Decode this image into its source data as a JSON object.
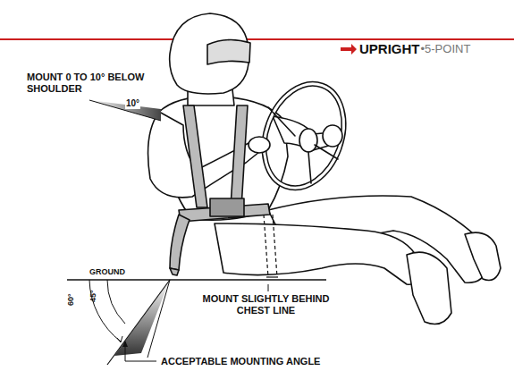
{
  "diagram": {
    "title": "UPRIGHT",
    "labels": [
      "•5-POINT",
      "MOUNT 0 TO 10° BELOW SHOULDER",
      "10°",
      "GROUND",
      "60°",
      "45°",
      "MOUNT SLIGHTLY BEHIND CHEST LINE",
      "ACCEPTABLE MOUNTING ANGLE"
    ]
  }
}
